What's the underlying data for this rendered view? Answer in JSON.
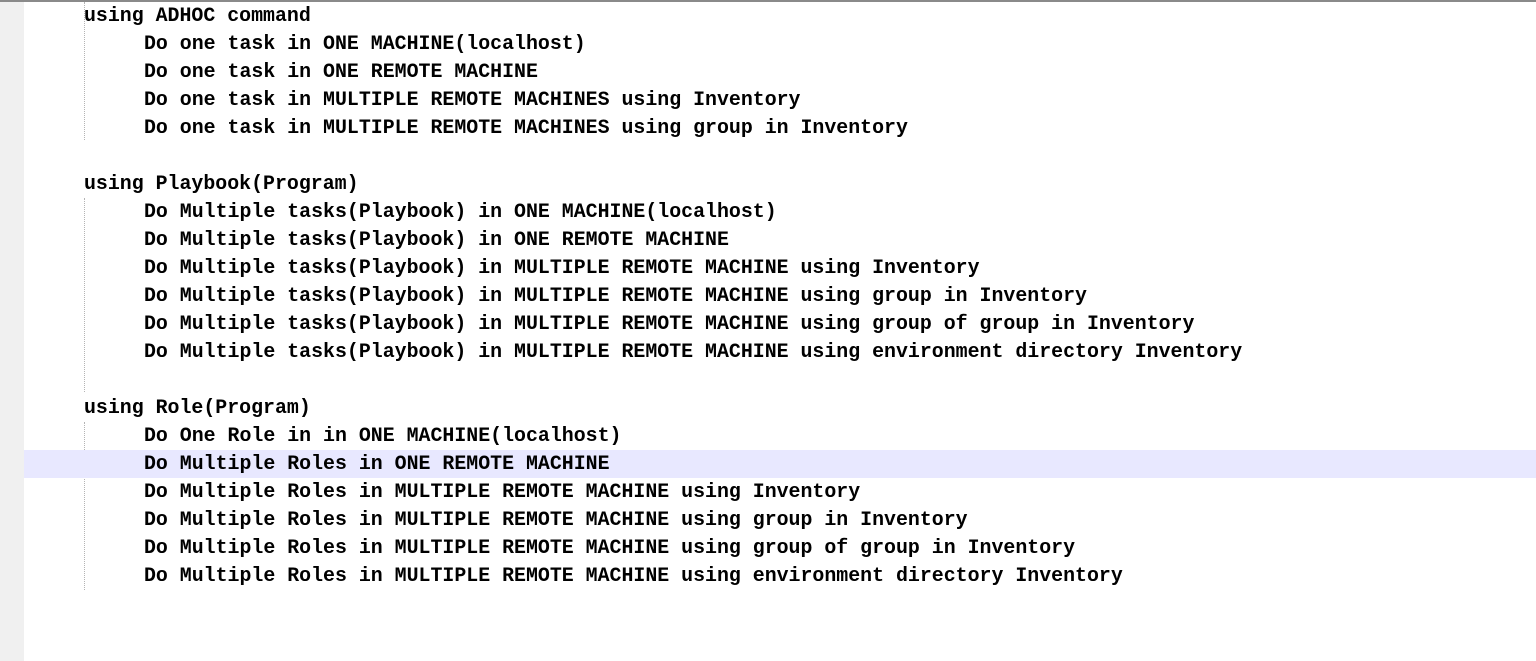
{
  "editor": {
    "lines": [
      {
        "text": "using ADHOC command",
        "indent": 0
      },
      {
        "text": "Do one task in ONE MACHINE(localhost)",
        "indent": 1
      },
      {
        "text": "Do one task in ONE REMOTE MACHINE",
        "indent": 1
      },
      {
        "text": "Do one task in MULTIPLE REMOTE MACHINES using Inventory",
        "indent": 1
      },
      {
        "text": "Do one task in MULTIPLE REMOTE MACHINES using group in Inventory",
        "indent": 1
      },
      {
        "text": "",
        "indent": 0
      },
      {
        "text": "using Playbook(Program)",
        "indent": 0
      },
      {
        "text": "Do Multiple tasks(Playbook) in ONE MACHINE(localhost)",
        "indent": 1
      },
      {
        "text": "Do Multiple tasks(Playbook) in ONE REMOTE MACHINE",
        "indent": 1
      },
      {
        "text": "Do Multiple tasks(Playbook) in MULTIPLE REMOTE MACHINE using Inventory",
        "indent": 1
      },
      {
        "text": "Do Multiple tasks(Playbook) in MULTIPLE REMOTE MACHINE using group in Inventory",
        "indent": 1
      },
      {
        "text": "Do Multiple tasks(Playbook) in MULTIPLE REMOTE MACHINE using group of group in Inventory",
        "indent": 1
      },
      {
        "text": "Do Multiple tasks(Playbook) in MULTIPLE REMOTE MACHINE using environment directory Inventory",
        "indent": 1
      },
      {
        "text": "",
        "indent": 0
      },
      {
        "text": "using Role(Program)",
        "indent": 0
      },
      {
        "text": "Do One Role in in ONE MACHINE(localhost)",
        "indent": 1
      },
      {
        "text": "Do Multiple Roles in ONE REMOTE MACHINE",
        "indent": 1,
        "current": true
      },
      {
        "text": "Do Multiple Roles in MULTIPLE REMOTE MACHINE using Inventory",
        "indent": 1
      },
      {
        "text": "Do Multiple Roles in MULTIPLE REMOTE MACHINE using group in Inventory",
        "indent": 1
      },
      {
        "text": "Do Multiple Roles in MULTIPLE REMOTE MACHINE using group of group in Inventory",
        "indent": 1
      },
      {
        "text": "Do Multiple Roles in MULTIPLE REMOTE MACHINE using environment directory Inventory",
        "indent": 1
      }
    ]
  },
  "colors": {
    "current_line_highlight": "#e8e8ff",
    "gutter": "#f0f0f0",
    "text": "#000000"
  }
}
